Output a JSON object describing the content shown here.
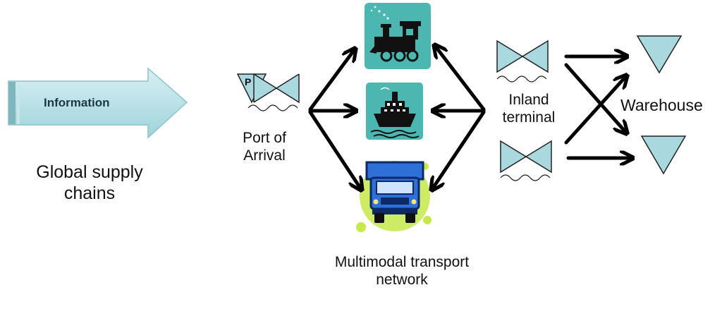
{
  "labels": {
    "information": "Information",
    "global_supply_chains": "Global supply chains",
    "port_of_arrival": "Port of Arrival",
    "port_symbol_letter": "P",
    "inland_terminal": "Inland terminal",
    "warehouse": "Warehouse",
    "multimodal_transport_network": "Multimodal transport network"
  },
  "colors": {
    "teal_tile": "#4cb6b1",
    "info_arrow": "#b9e3e8",
    "triangle_fill": "#a9d8de",
    "truck_blue": "#2e6fd8",
    "truck_glow": "#c6e84a"
  },
  "icons": {
    "train": "train-icon",
    "ship": "ship-icon",
    "truck": "truck-icon"
  }
}
